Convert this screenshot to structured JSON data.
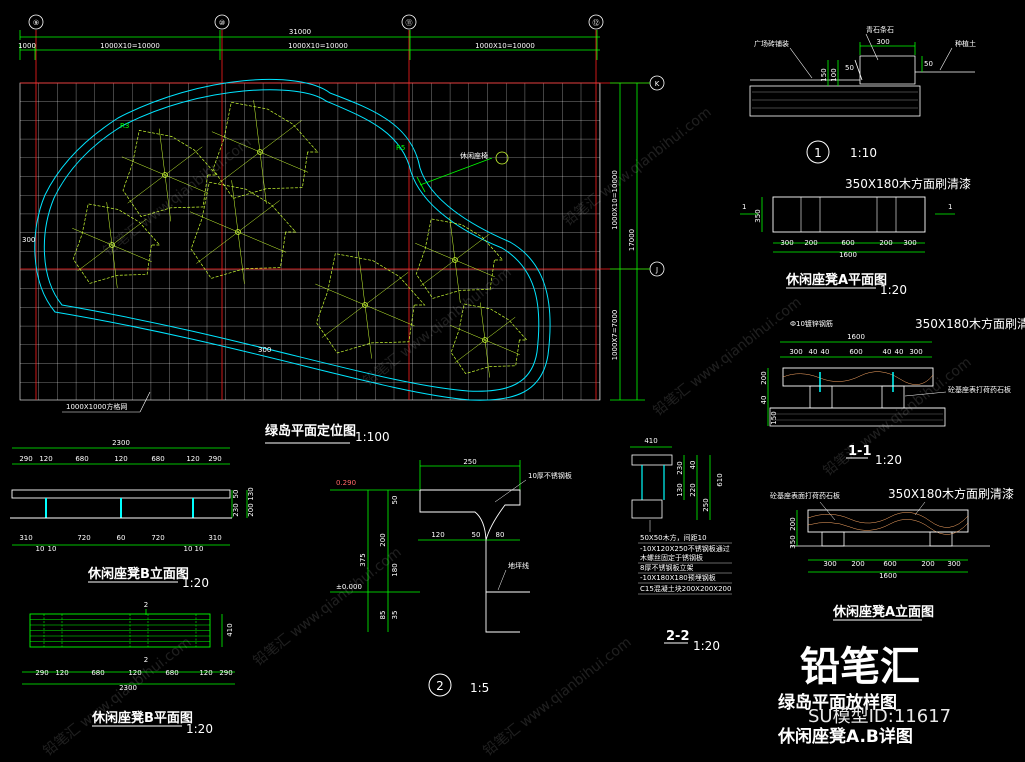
{
  "colors": {
    "background": "#000000",
    "grid": "#ffffff",
    "axis_line": "#ff2020",
    "dimension": "#00ff00",
    "island_outline": "#00e5ff",
    "plant": "#ccff33",
    "section_line": "#00ffff",
    "label": "#ffffff"
  },
  "island_plan": {
    "title": "绿岛平面定位图",
    "scale": "1:100",
    "axis_numbers": [
      "⑨",
      "⑩",
      "⑪",
      "⑫"
    ],
    "axis_letters": [
      "K",
      "J"
    ],
    "total_width": "31000",
    "segments_top": [
      "1000",
      "1000X10=10000",
      "1000X10=10000",
      "1000X10=10000"
    ],
    "right_dims": [
      "1000X10=10000",
      "17000",
      "1000X7=7000"
    ],
    "grid_note": "1000X1000方格网",
    "bench_note": "休闲座椅",
    "radius_labels": [
      "R3",
      "R5",
      "300",
      "300"
    ]
  },
  "detail_1": {
    "marker": "1",
    "scale": "1:10",
    "labels": [
      "青石条石",
      "广场砖铺装",
      "种植土"
    ],
    "dims": [
      "300",
      "150",
      "100",
      "50",
      "50"
    ]
  },
  "bench_a_plan": {
    "title": "休闲座凳A平面图",
    "scale": "1:20",
    "material": "350X180木方面刷清漆",
    "section_marker": "1",
    "side_dim": "350",
    "dims": [
      "300",
      "200",
      "600",
      "200",
      "300"
    ],
    "total": "1600"
  },
  "section_1_1": {
    "title": "1-1",
    "scale": "1:20",
    "top_labels": [
      "Ф10镀锌钢筋",
      "350X180木方面刷清漆"
    ],
    "right_note": "砼基座表打荷药石板",
    "dims": [
      "300",
      "40",
      "40",
      "600",
      "40",
      "40",
      "300"
    ],
    "total": "1600",
    "side_dims": [
      "200",
      "40",
      "150"
    ]
  },
  "bench_a_elev": {
    "title": "休闲座凳A立面图",
    "left_note": "砼基座表面打荷药石板",
    "material": "350X180木方面刷清漆",
    "side_dims": [
      "200",
      "350"
    ],
    "dims": [
      "300",
      "200",
      "600",
      "200",
      "300"
    ],
    "total": "1600"
  },
  "bench_b_elev": {
    "title": "休闲座凳B立面图",
    "scale": "1:20",
    "total": "2300",
    "top_dims": [
      "290",
      "120",
      "680",
      "120",
      "680",
      "120",
      "290"
    ],
    "bottom_dims": [
      "310",
      "10",
      "10",
      "720",
      "60",
      "720",
      "10",
      "10",
      "310"
    ],
    "side_dims": [
      "50",
      "230",
      "130",
      "200"
    ]
  },
  "bench_b_plan": {
    "title": "休闲座凳B平面图",
    "scale": "1:20",
    "section_marker": "2",
    "side_dim": "410",
    "dims": [
      "290",
      "120",
      "680",
      "120",
      "680",
      "120",
      "290"
    ],
    "total": "2300"
  },
  "detail_2": {
    "marker": "2",
    "scale": "1:5",
    "elev_top": "0.290",
    "elev_base": "±0.000",
    "note_top": "10厚不锈钢板",
    "note_bottom": "地坪线",
    "top_dim": "250",
    "dims_horizontal": [
      "120",
      "50",
      "80"
    ],
    "dims_vertical": [
      "50",
      "200",
      "375",
      "180",
      "85",
      "35"
    ]
  },
  "section_2_2": {
    "title": "2-2",
    "scale": "1:20",
    "top_dim": "410",
    "side_dims": [
      "230",
      "130",
      "40",
      "220",
      "250",
      "610"
    ],
    "notes": [
      "50X50木方，间距10",
      "-10X120X250不锈钢板通过",
      "木螺丝固定于锈钢板",
      "8厚不锈钢板立架",
      "-10X180X180预埋钢板",
      "C15混凝土块200X200X200"
    ]
  },
  "watermark": {
    "brand": "铅笔汇",
    "id_text": "SU模型ID:11617",
    "sheet_title_1": "绿岛平面放样图",
    "sheet_title_2": "休闲座凳A.B详图",
    "diagonal": "铅笔汇 www.qianbihui.com"
  }
}
